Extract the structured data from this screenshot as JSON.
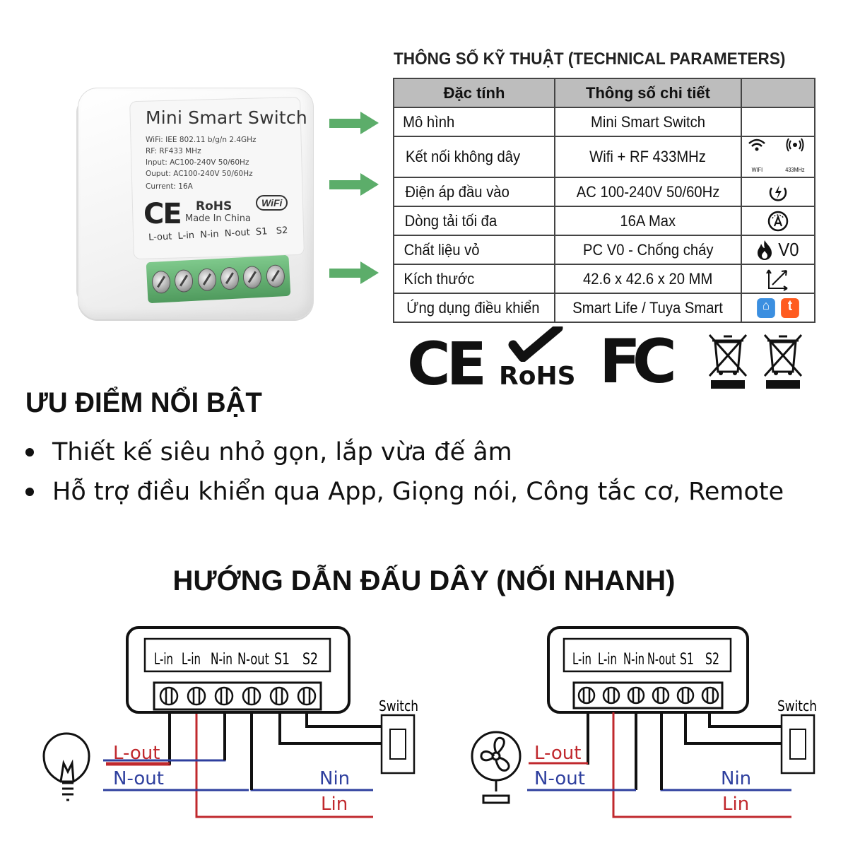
{
  "product": {
    "title": "Mini Smart Switch",
    "specs": [
      "WiFi: IEE 802.11 b/g/n 2.4GHz",
      "RF: RF433 MHz",
      "Input: AC100-240V 50/60Hz",
      "Ouput: AC100-240V 50/60Hz",
      "Current: 16A"
    ],
    "ce": "CE",
    "rohs": "RoHS",
    "made_in": "Made In China",
    "wifi_logo": "WiFi",
    "terminals": "L-out  L-in  N-in  N-out  S1   S2"
  },
  "spec_table": {
    "title": "THÔNG SỐ KỸ THUẬT (TECHNICAL PARAMETERS)",
    "headers": [
      "Đặc tính",
      "Thông số chi tiết",
      ""
    ],
    "rows": [
      {
        "property": "Mô hình",
        "value": "Mini Smart Switch",
        "icon": ""
      },
      {
        "property": "Kết nối không dây",
        "value": "Wifi + RF 433MHz",
        "icon": "wifi-rf-icon",
        "icon_text_1": "WIFI",
        "icon_text_2": "433MHz"
      },
      {
        "property": "Điện áp đầu vào",
        "value": "AC 100-240V 50/60Hz",
        "icon": "voltage-icon"
      },
      {
        "property": "Dòng tải tối đa",
        "value": "16A Max",
        "icon": "ammeter-icon"
      },
      {
        "property": "Chất liệu vỏ",
        "value": "PC V0 - Chống cháy",
        "icon": "flame-icon",
        "icon_text": "V0"
      },
      {
        "property": "Kích thước",
        "value": "42.6 x 42.6 x 20 MM",
        "icon": "dimension-icon"
      },
      {
        "property": "Ứng dụng điều khiển",
        "value": "Smart Life / Tuya Smart",
        "icon": "app-icons"
      }
    ]
  },
  "certifications": {
    "ce": "CE",
    "rohs": "RoHS",
    "fcc": "FC"
  },
  "advantages": {
    "title": "ƯU ĐIỂM NỔI BẬT",
    "items": [
      "Thiết kế siêu nhỏ gọn, lắp vừa đế âm",
      "Hỗ trợ điều khiển qua App, Giọng nói, Công tắc cơ, Remote"
    ]
  },
  "wiring": {
    "title": "HƯỚNG DẪN ĐẤU DÂY (NỐI NHANH)",
    "diagrams": [
      {
        "terminals": [
          "L-in",
          "L-in",
          "N-in",
          "N-out",
          "S1",
          "S2"
        ],
        "switch_label": "Switch",
        "lout": "L-out",
        "nout": "N-out",
        "nin": "Nin",
        "lin": "Lin",
        "load": "bulb-icon"
      },
      {
        "terminals": [
          "L-in",
          "L-in",
          "N-in",
          "N-out",
          "S1",
          "S2"
        ],
        "switch_label": "Switch",
        "lout": "L-out",
        "nout": "N-out",
        "nin": "Nin",
        "lin": "Lin",
        "load": "fan-icon"
      }
    ]
  },
  "colors": {
    "arrow": "#5cad6a",
    "live_wire": "#c0282d",
    "neutral_wire": "#2e3f9e",
    "switch_wire": "#111111",
    "table_header": "#bdbdbd"
  }
}
